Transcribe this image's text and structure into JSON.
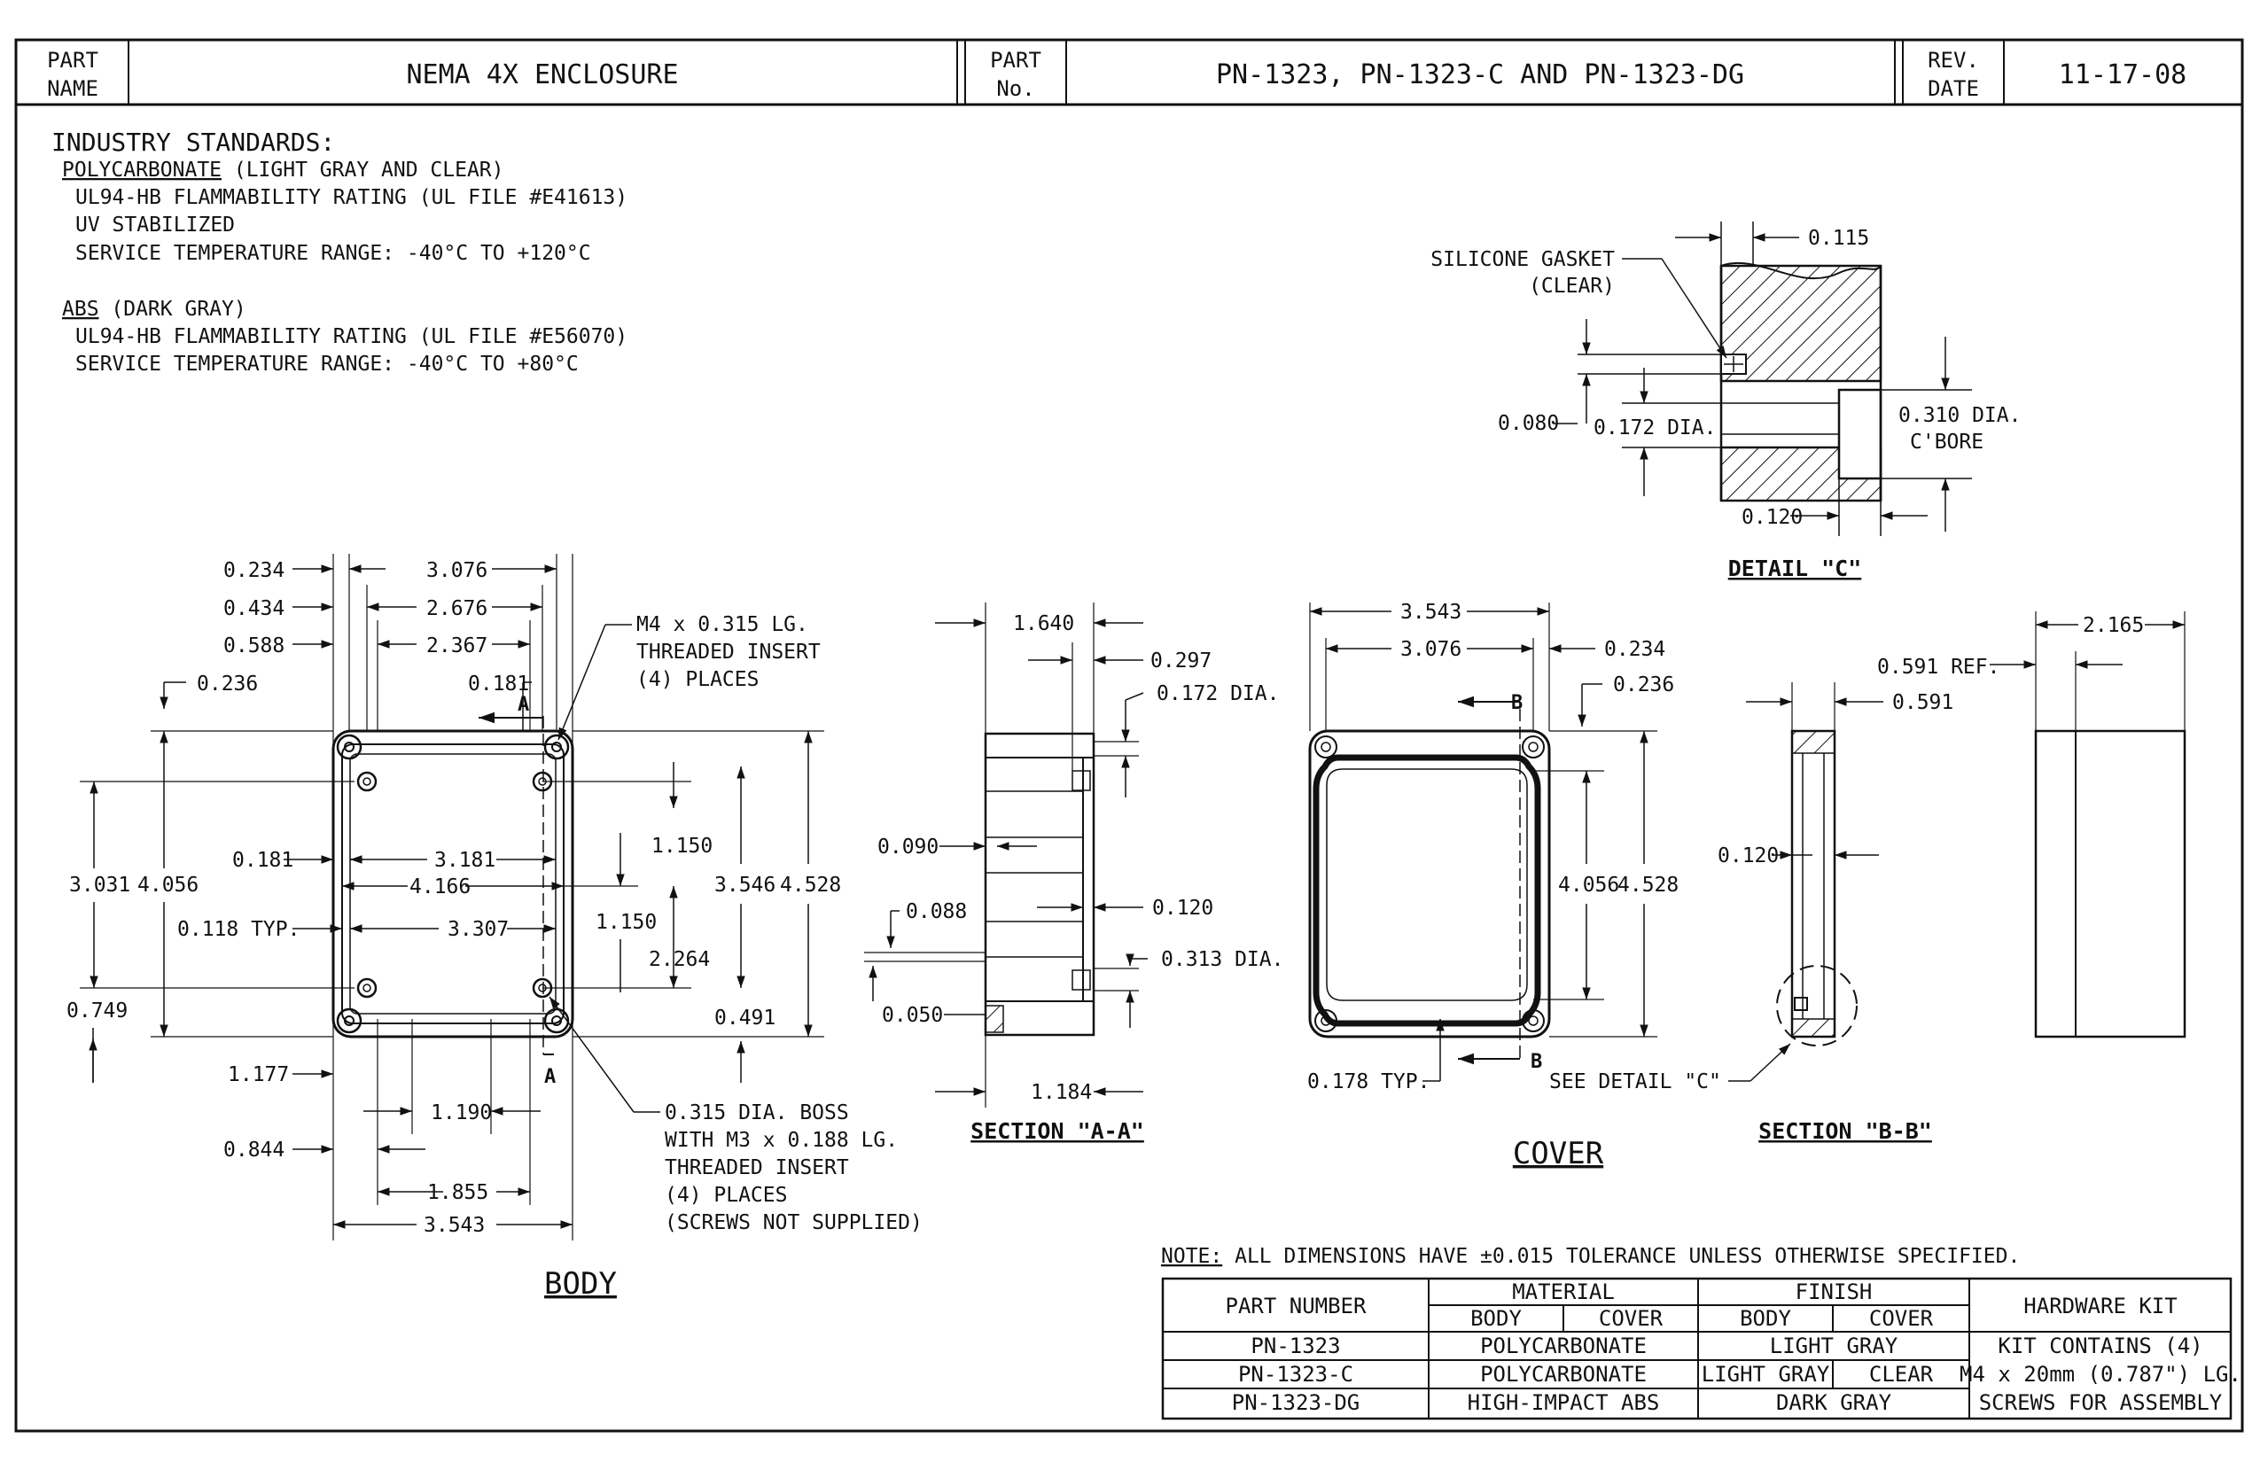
{
  "title_block": {
    "part_name_label": [
      "PART",
      "NAME"
    ],
    "part_name": "NEMA 4X ENCLOSURE",
    "part_no_label": [
      "PART",
      "No."
    ],
    "part_no": "PN-1323, PN-1323-C AND PN-1323-DG",
    "rev_label": [
      "REV.",
      "DATE"
    ],
    "rev_date": "11-17-08"
  },
  "standards": {
    "heading": "INDUSTRY STANDARDS:",
    "polycarbonate_title": "POLYCARBONATE",
    "polycarbonate_note": " (LIGHT GRAY AND CLEAR)",
    "polycarbonate_lines": [
      "UL94-HB FLAMMABILITY RATING (UL FILE #E41613)",
      "UV STABILIZED",
      "SERVICE TEMPERATURE RANGE:  -40°C TO +120°C"
    ],
    "abs_title": "ABS",
    "abs_note": " (DARK GRAY)",
    "abs_lines": [
      "UL94-HB FLAMMABILITY RATING (UL FILE #E56070)",
      "SERVICE TEMPERATURE RANGE:  -40°C TO +80°C"
    ]
  },
  "detail_c": {
    "title": "DETAIL \"C\"",
    "gasket": [
      "SILICONE GASKET",
      "(CLEAR)"
    ],
    "dims": [
      "0.115",
      "0.080",
      "0.172 DIA.",
      "0.310 DIA.",
      "C'BORE",
      "0.120"
    ]
  },
  "body": {
    "title": "BODY",
    "dims_top": [
      "0.234",
      "0.434",
      "0.588",
      "3.076",
      "2.676",
      "2.367",
      "0.236",
      "0.181",
      "A"
    ],
    "insert_note": [
      "M4 x 0.315 LG.",
      "THREADED INSERT",
      "(4) PLACES"
    ],
    "dims_mid": [
      "3.031",
      "4.056",
      "0.181",
      "3.181",
      "4.166",
      "0.118 TYP.",
      "3.307",
      "1.150",
      "1.150",
      "2.264",
      "3.546",
      "4.528",
      "0.491",
      "0.749"
    ],
    "dims_bottom": [
      "1.177",
      "1.190",
      "0.844",
      "1.855",
      "3.543",
      "A"
    ],
    "boss_note": [
      "0.315 DIA. BOSS",
      "WITH M3 x 0.188 LG.",
      "THREADED INSERT",
      "(4) PLACES",
      "(SCREWS NOT SUPPLIED)"
    ]
  },
  "section_aa": {
    "title": "SECTION \"A-A\"",
    "dims": [
      "1.640",
      "0.297",
      "0.172 DIA.",
      "0.090",
      "0.088",
      "0.120",
      "0.313 DIA.",
      "0.050",
      "1.184"
    ]
  },
  "cover": {
    "title": "COVER",
    "dims": [
      "3.543",
      "3.076",
      "0.234",
      "0.236",
      "B",
      "4.056",
      "4.528",
      "0.178 TYP.",
      "B"
    ],
    "see_detail": "SEE DETAIL \"C\""
  },
  "section_bb": {
    "title": "SECTION \"B-B\"",
    "dims": [
      "0.591 REF.",
      "0.591",
      "0.120"
    ]
  },
  "side_view": {
    "dims": [
      "2.165"
    ]
  },
  "note": {
    "label": "NOTE:",
    "text": "  ALL DIMENSIONS HAVE ±0.015 TOLERANCE UNLESS OTHERWISE SPECIFIED."
  },
  "parts_table": {
    "headers": {
      "part_number": "PART NUMBER",
      "material": "MATERIAL",
      "finish": "FINISH",
      "body": "BODY",
      "cover": "COVER",
      "hardware": "HARDWARE KIT"
    },
    "rows": [
      {
        "part": "PN-1323",
        "material": "POLYCARBONATE",
        "finish": "LIGHT GRAY",
        "finish_body": "",
        "finish_cover": "",
        "hardware": "KIT CONTAINS (4)"
      },
      {
        "part": "PN-1323-C",
        "material": "POLYCARBONATE",
        "finish": "",
        "finish_body": "LIGHT GRAY",
        "finish_cover": "CLEAR",
        "hardware": "M4 x 20mm (0.787\") LG."
      },
      {
        "part": "PN-1323-DG",
        "material": "HIGH-IMPACT ABS",
        "finish": "DARK GRAY",
        "finish_body": "",
        "finish_cover": "",
        "hardware": "SCREWS FOR ASSEMBLY"
      }
    ]
  }
}
